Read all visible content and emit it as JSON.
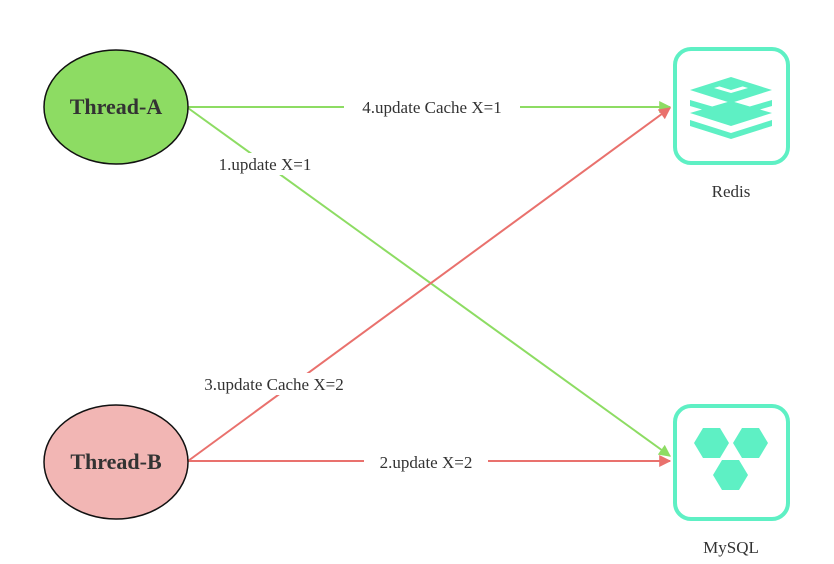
{
  "nodes": {
    "thread_a": {
      "label": "Thread-A",
      "fill": "#8ddc63",
      "stroke": "#111111"
    },
    "thread_b": {
      "label": "Thread-B",
      "fill": "#f2b6b4",
      "stroke": "#111111"
    },
    "redis": {
      "label": "Redis",
      "color": "#5ef0c4",
      "icon": "redis-icon"
    },
    "mysql": {
      "label": "MySQL",
      "color": "#5ef0c4",
      "icon": "mysql-icon"
    }
  },
  "edges": [
    {
      "id": "edge-a-cache",
      "label": "4.update Cache X=1",
      "color": "#8ddc63"
    },
    {
      "id": "edge-a-db",
      "label": "1.update X=1",
      "color": "#8ddc63"
    },
    {
      "id": "edge-b-cache",
      "label": "3.update Cache X=2",
      "color": "#e9716d"
    },
    {
      "id": "edge-b-db",
      "label": "2.update X=2",
      "color": "#e9716d"
    }
  ]
}
